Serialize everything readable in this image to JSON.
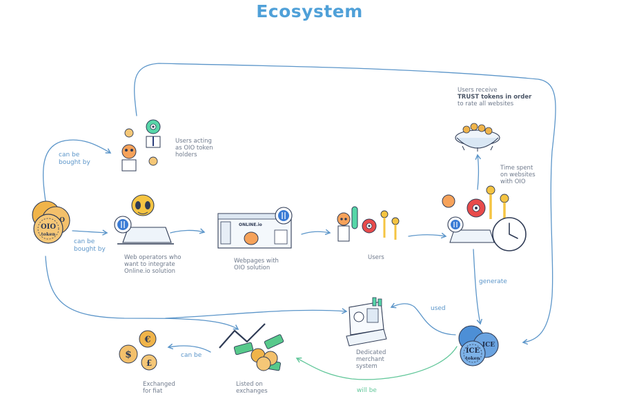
{
  "title": "Ecosystem",
  "nodes": {
    "holders": [
      "Users acting",
      "as OIO token",
      "holders"
    ],
    "web_operators": [
      "Web operators who",
      "want to integrate",
      "Online.io solution"
    ],
    "webpages": [
      "Webpages with",
      "OIO solution"
    ],
    "users": [
      "Users"
    ],
    "trust": {
      "line1": "Users receive",
      "line2": "TRUST tokens in order",
      "line3": "to rate all websites"
    },
    "time_spent": [
      "Time spent",
      "on websites",
      "with OIO"
    ],
    "merchant": [
      "Dedicated",
      "merchant",
      "system"
    ],
    "exchanges": [
      "Listed on",
      "exchanges"
    ],
    "fiat": [
      "Exchanged",
      "for fiat"
    ]
  },
  "edges": {
    "bought_by_top": [
      "can be",
      "bought by"
    ],
    "bought_by_mid": [
      "can be",
      "bought by"
    ],
    "generate": "generate",
    "used": "used",
    "can_be": "can be",
    "will_be": "will be"
  },
  "token_labels": {
    "oio_line1": "OIO",
    "oio_line2": "token",
    "ice_line1": "ICE",
    "ice_line2": "token",
    "webpage_banner": "ONLINE.io"
  },
  "colors": {
    "title": "#4fa0d8",
    "flow": "#5b95c9",
    "will_be_flow": "#62c79a",
    "gold": "#f0b44a",
    "ice_blue": "#4d8fd6"
  }
}
